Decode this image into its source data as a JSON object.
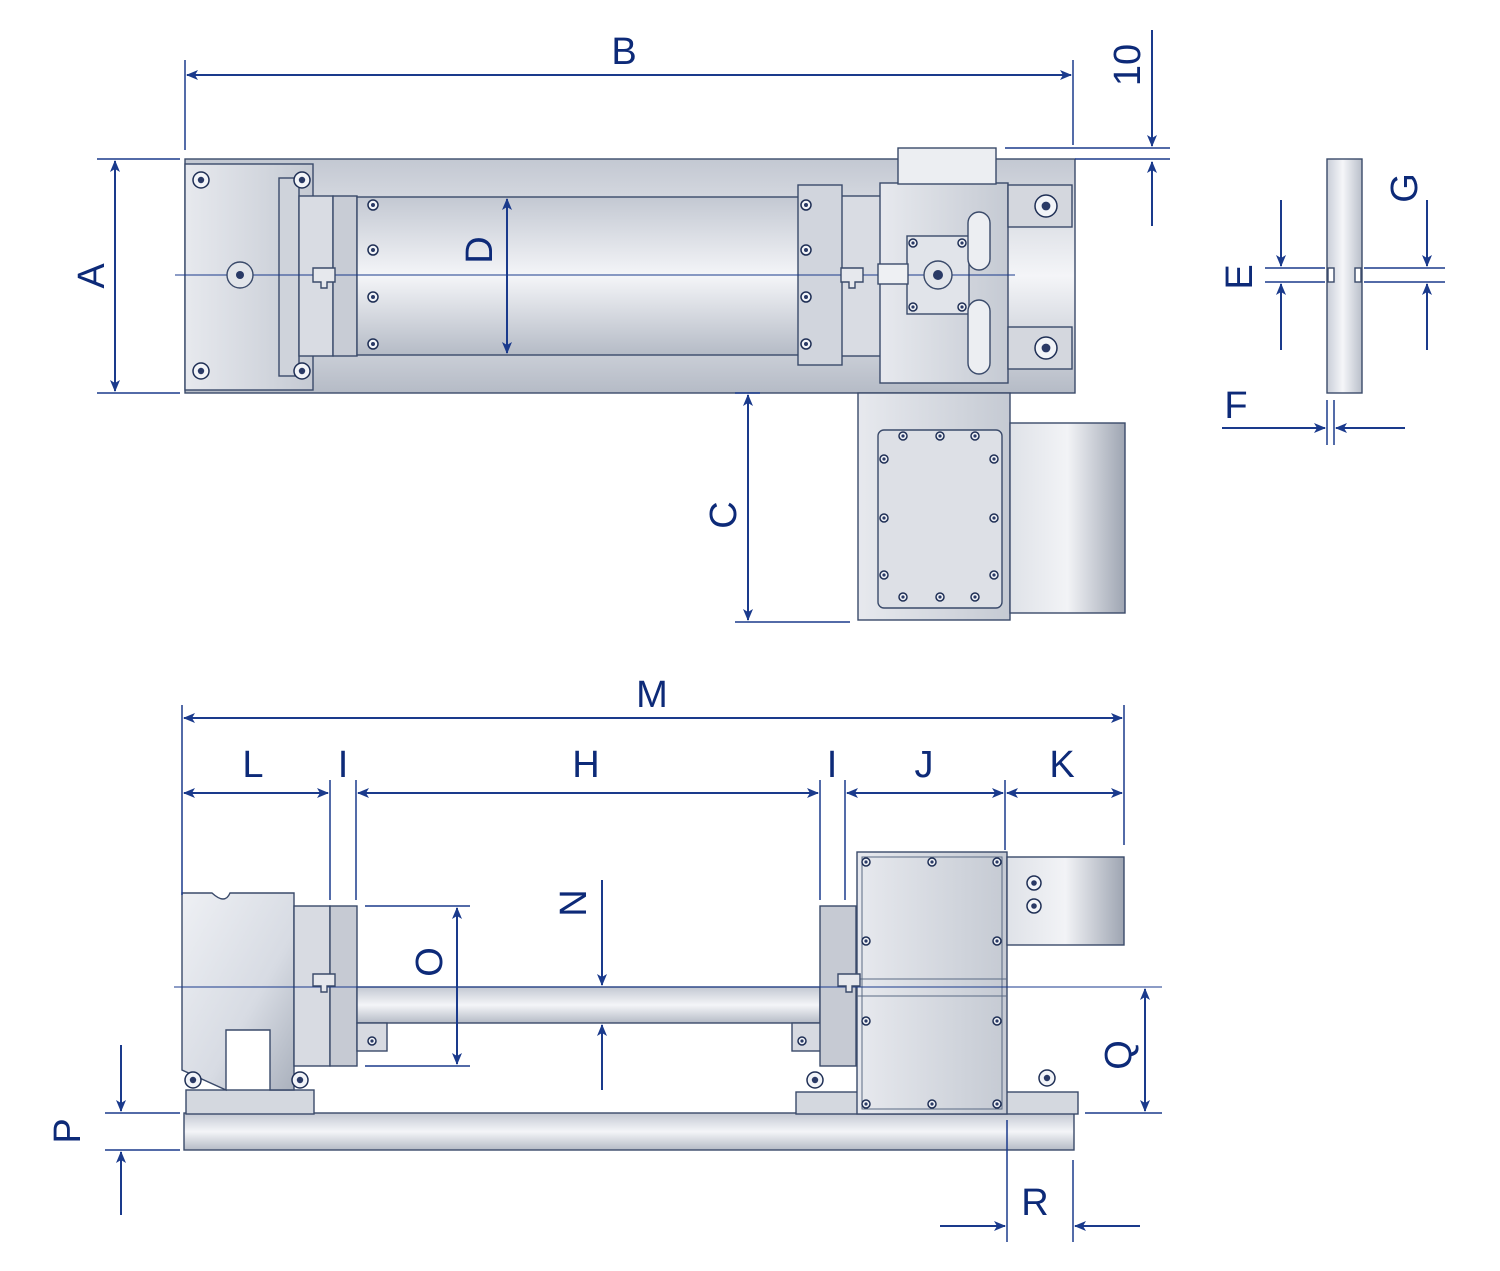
{
  "diagram": {
    "colors": {
      "dimension": "#1a3a8c",
      "label": "#0d2a78",
      "metal_light": "#f4f5f8",
      "metal_mid": "#d4d8e0",
      "metal_dark": "#a9afbb",
      "outline": "#3a4a6a"
    },
    "dimension_labels": {
      "A": "A",
      "B": "B",
      "C": "C",
      "D": "D",
      "E": "E",
      "F": "F",
      "G": "G",
      "H": "H",
      "I": "I",
      "J": "J",
      "K": "K",
      "L": "L",
      "M": "M",
      "N": "N",
      "O": "O",
      "P": "P",
      "Q": "Q",
      "R": "R",
      "ten": "10"
    },
    "views": [
      "top-view",
      "side-view",
      "end-profile-view"
    ]
  }
}
